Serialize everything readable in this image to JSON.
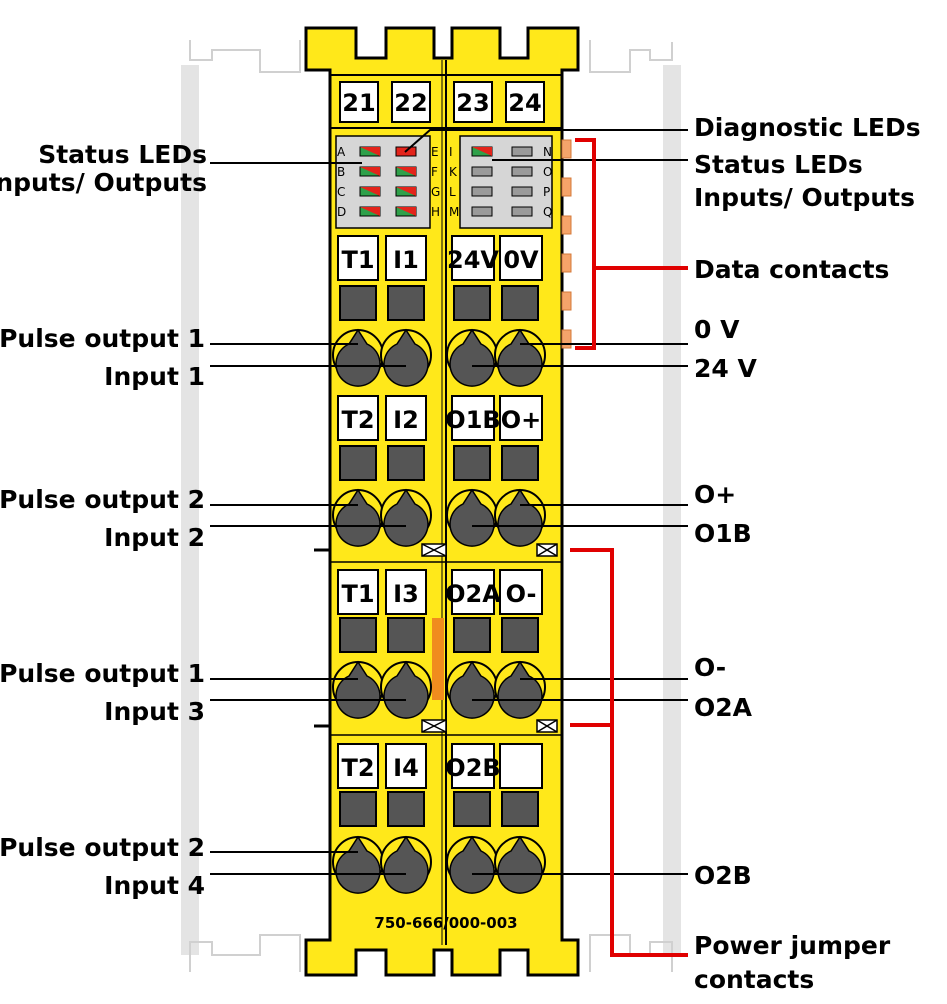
{
  "module": {
    "part_number": "750-666/000-003",
    "top_numbers": [
      "21",
      "22",
      "23",
      "24"
    ],
    "led_letters_left": [
      "A",
      "B",
      "C",
      "D"
    ],
    "led_letters_mid_a": [
      "E",
      "F",
      "G",
      "H"
    ],
    "led_letters_mid_b": [
      "I",
      "K",
      "L",
      "M"
    ],
    "led_letters_right": [
      "N",
      "O",
      "P",
      "Q"
    ],
    "terminal_rows": [
      [
        "T1",
        "I1",
        "24V",
        "0V"
      ],
      [
        "T2",
        "I2",
        "O1B",
        "O+"
      ],
      [
        "T1",
        "I3",
        "O2A",
        "O-"
      ],
      [
        "T2",
        "I4",
        "O2B",
        ""
      ]
    ],
    "colors": {
      "housing": "#ffe81a",
      "outline": "#000000",
      "led_red": "#e3241b",
      "led_green": "#2fa04a",
      "led_off": "#9a9a9a",
      "contact": "#f5a46a",
      "orange_jumper": "#f08c1e",
      "callout_red": "#e00000"
    }
  },
  "left_labels": {
    "status_leds": [
      "Status LEDs",
      "Inputs/ Outputs"
    ],
    "rows": [
      [
        "Pulse output 1",
        "Input 1"
      ],
      [
        "Pulse output 2",
        "Input 2"
      ],
      [
        "Pulse output 1",
        "Input 3"
      ],
      [
        "Pulse output 2",
        "Input 4"
      ]
    ]
  },
  "right_labels": {
    "diagnostic_leds": "Diagnostic LEDs",
    "status_leds": [
      "Status LEDs",
      "Inputs/ Outputs"
    ],
    "data_contacts": "Data contacts",
    "rows": [
      [
        "0 V",
        "24 V"
      ],
      [
        "O+",
        "O1B"
      ],
      [
        "O-",
        "O2A"
      ],
      [
        "",
        "O2B"
      ]
    ],
    "power_jumper": [
      "Power jumper",
      "contacts"
    ]
  }
}
